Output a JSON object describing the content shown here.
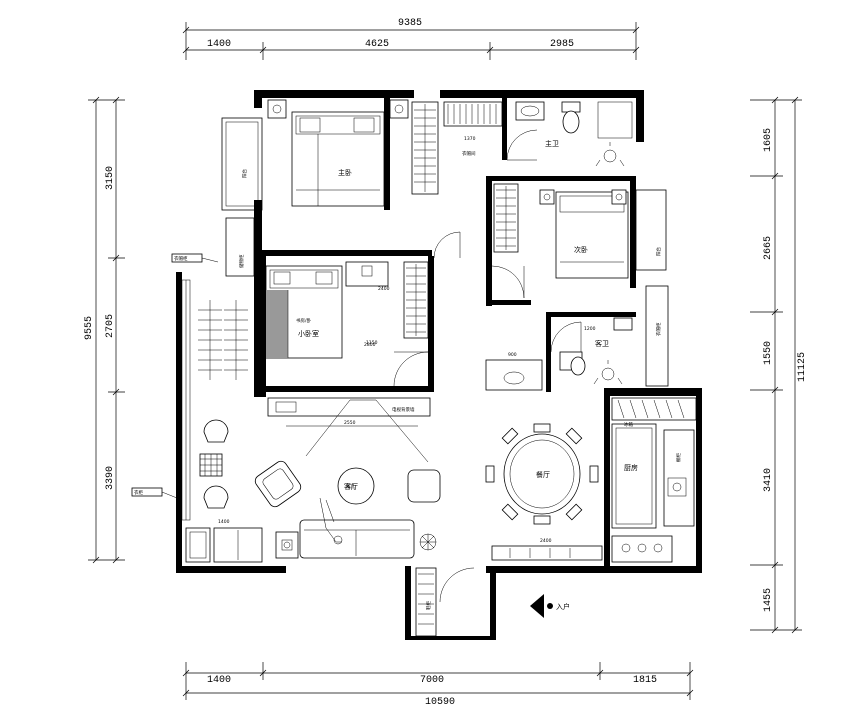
{
  "dimensions": {
    "top_total": "9385",
    "top_segments": [
      "1400",
      "4625",
      "2985"
    ],
    "bottom_total": "10590",
    "bottom_segments": [
      "1400",
      "7000",
      "1815"
    ],
    "left_total": "9555",
    "left_segments": [
      "3150",
      "2705",
      "3390"
    ],
    "right_total": "11125",
    "right_segments": [
      "1605",
      "2665",
      "1550",
      "3410",
      "1455"
    ]
  },
  "rooms": {
    "master_bedroom": "主卧",
    "second_bedroom": "次卧",
    "small_bedroom": "小卧室",
    "study": "书房/卧",
    "master_bath": "主卫",
    "guest_bath": "客卫",
    "living_room": "客厅",
    "dining_room": "餐厅",
    "kitchen": "厨房",
    "entrance": "入户"
  },
  "small_labels": {
    "cloakroom": "衣帽间",
    "wardrobe": "衣柜",
    "tv_cabinet": "电视背景墙",
    "tea_table": "茶几",
    "closet_a": "衣帽柜",
    "closet_b": "储物柜",
    "kitchen_cabinet": "橱柜",
    "fridge": "冰箱",
    "balcony_a": "阳台",
    "balcony_b": "阳台",
    "shoe_cabinet": "鞋柜"
  },
  "inner_dims": {
    "d1": "1370",
    "d2": "2550",
    "d3": "1150",
    "d4": "1200",
    "d5": "2400",
    "d6": "2400",
    "d7": "2800",
    "d8": "1400",
    "d9": "900"
  },
  "icons": {
    "entrance_arrow": "entrance-arrow-icon"
  }
}
